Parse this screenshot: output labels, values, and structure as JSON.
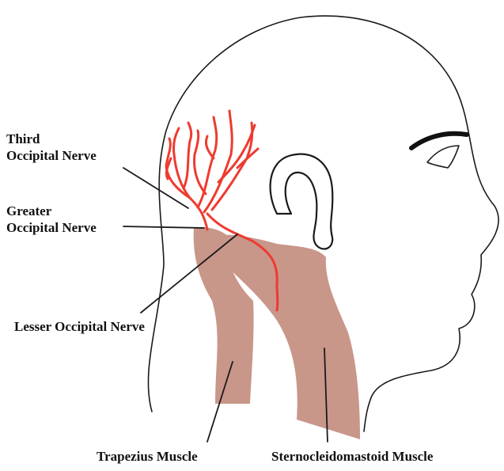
{
  "figure": {
    "labels": {
      "third_occipital": [
        "Third",
        "Occipital Nerve"
      ],
      "greater_occipital": [
        "Greater",
        "Occipital Nerve"
      ],
      "lesser_occipital": "Lesser Occipital Nerve",
      "trapezius": "Trapezius Muscle",
      "sternocleidomastoid": "Sternocleidomastoid Muscle"
    },
    "colors": {
      "nerve": "#ee3b2f",
      "muscle": "#c9968a",
      "outline": "#1a1a1a",
      "background": "#ffffff"
    }
  }
}
